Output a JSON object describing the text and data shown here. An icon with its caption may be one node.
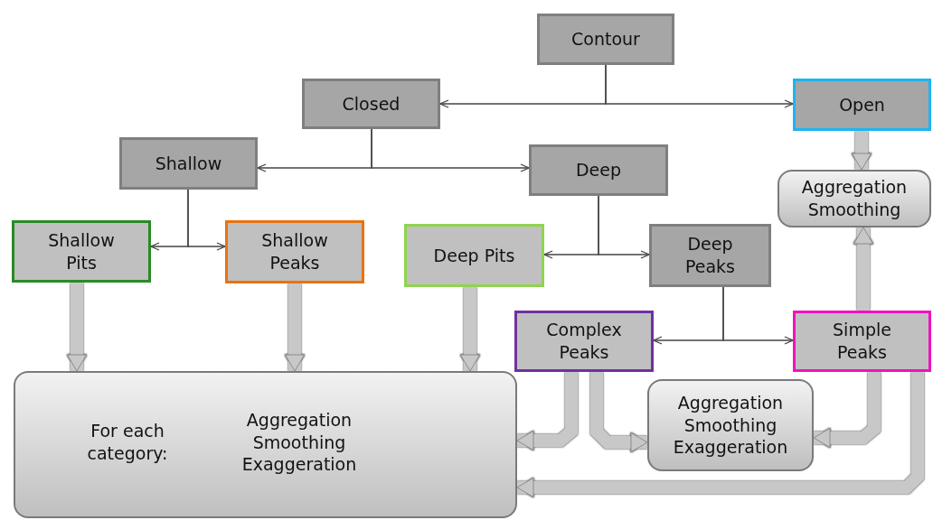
{
  "diagram": {
    "nodes": [
      {
        "text": [
          "Contour"
        ]
      },
      {
        "text": [
          "Closed"
        ]
      },
      {
        "text": [
          "Open"
        ]
      },
      {
        "text": [
          "Shallow"
        ]
      },
      {
        "text": [
          "Deep"
        ]
      },
      {
        "text": [
          "Aggregation Smoothing"
        ]
      },
      {
        "text": [
          "Shallow Pits"
        ]
      },
      {
        "text": [
          "Shallow Peaks"
        ]
      },
      {
        "text": [
          "Deep Pits"
        ]
      },
      {
        "text": [
          "Deep Peaks"
        ]
      },
      {
        "text": [
          "Complex Peaks"
        ]
      },
      {
        "text": [
          "Simple Peaks"
        ]
      },
      {
        "text": [
          "For each category:",
          "Aggregation Smoothing Exaggeration"
        ]
      },
      {
        "text": [
          "Aggregation Smoothing Exaggeration"
        ]
      }
    ],
    "edges": [
      {
        "from": 0,
        "to": 1,
        "arrow": "to"
      },
      {
        "from": 0,
        "to": 2,
        "arrow": "to"
      },
      {
        "from": 1,
        "to": 3,
        "arrow": "to"
      },
      {
        "from": 1,
        "to": 4,
        "arrow": "to"
      },
      {
        "from": 3,
        "to": 6,
        "arrow": "to"
      },
      {
        "from": 3,
        "to": 7,
        "arrow": "to"
      },
      {
        "from": 4,
        "to": 8,
        "arrow": "to"
      },
      {
        "from": 4,
        "to": 9,
        "arrow": "to"
      },
      {
        "from": 9,
        "to": 10,
        "arrow": "to"
      },
      {
        "from": 9,
        "to": 11,
        "arrow": "to"
      },
      {
        "from": 2,
        "to": 5,
        "arrow": "to",
        "style": "thick",
        "color": "#c8c8c8"
      },
      {
        "from": 11,
        "to": 5,
        "arrow": "to",
        "style": "thick",
        "color": "#c8c8c8"
      },
      {
        "from": 6,
        "to": 12,
        "arrow": "to",
        "style": "thick",
        "color": "#c8c8c8"
      },
      {
        "from": 7,
        "to": 12,
        "arrow": "to",
        "style": "thick",
        "color": "#c8c8c8"
      },
      {
        "from": 8,
        "to": 12,
        "arrow": "to",
        "style": "thick",
        "color": "#c8c8c8"
      },
      {
        "from": 10,
        "to": 12,
        "arrow": "to",
        "style": "thick",
        "color": "#c8c8c8"
      },
      {
        "from": 10,
        "to": 13,
        "arrow": "to",
        "style": "thick",
        "color": "#c8c8c8"
      },
      {
        "from": 11,
        "to": 13,
        "arrow": "to",
        "style": "thick",
        "color": "#c8c8c8"
      },
      {
        "from": 11,
        "to": 12,
        "arrow": "to",
        "style": "thick",
        "color": "#c8c8c8"
      }
    ]
  }
}
